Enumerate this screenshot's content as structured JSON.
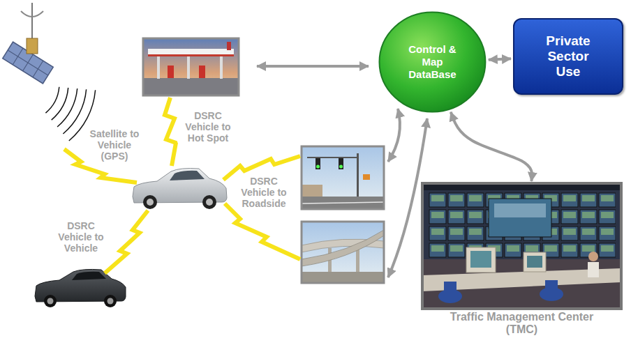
{
  "diagram": {
    "nodes": [
      {
        "text": [
          "Control & Map DataBase"
        ]
      },
      {
        "text": [
          "Private Sector Use"
        ]
      },
      {
        "text": [
          "Traffic Management Center (TMC)"
        ]
      }
    ],
    "edges": [
      {
        "from": 0,
        "to": 1,
        "arrow": "both"
      },
      {
        "from": 0,
        "to": 2,
        "arrow": "both"
      }
    ],
    "labels": [
      "Satellite to Vehicle (GPS)",
      "DSRC Vehicle to Hot Spot",
      "DSRC Vehicle to Roadside",
      "DSRC Vehicle to Vehicle"
    ]
  }
}
